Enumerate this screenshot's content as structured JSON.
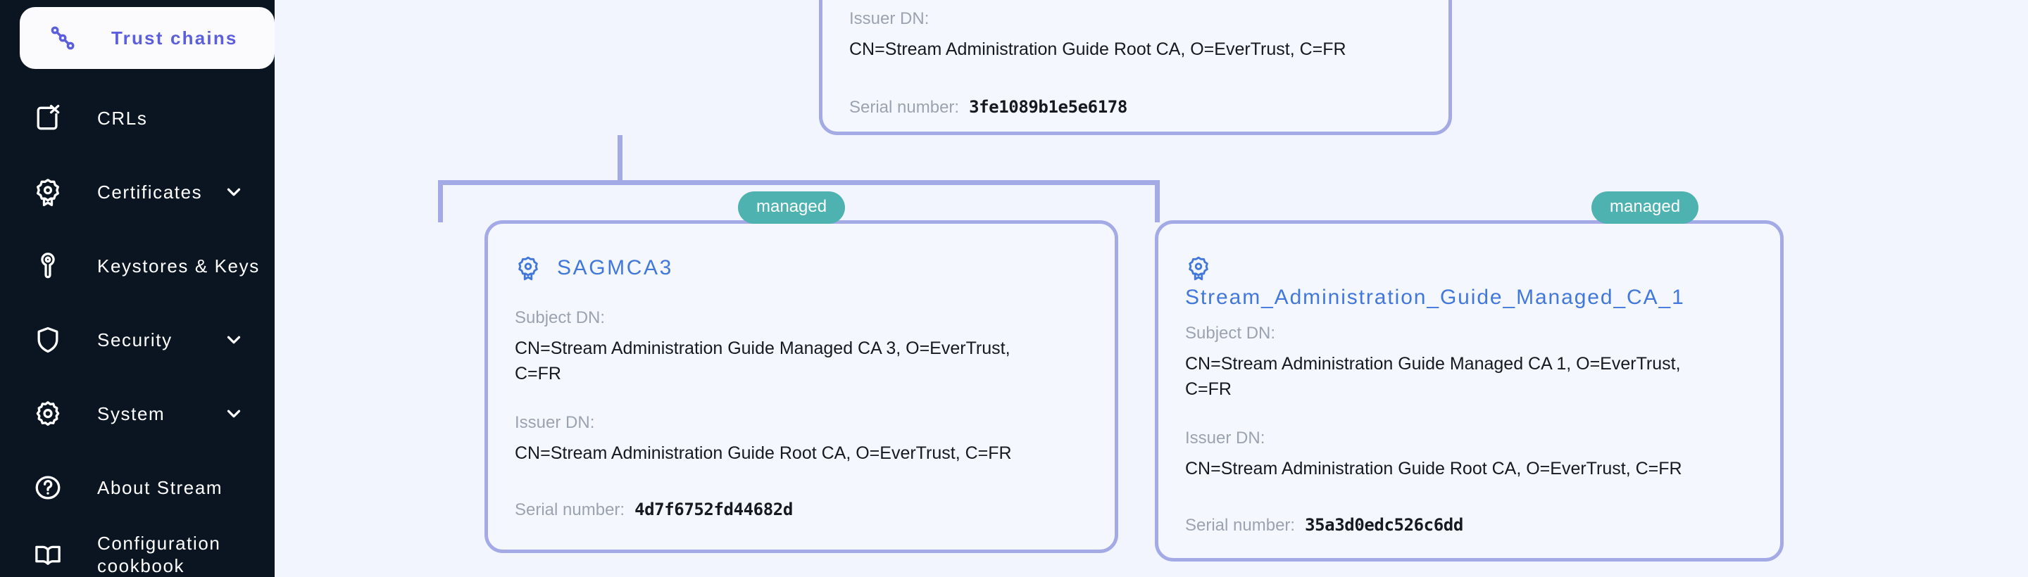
{
  "app": {
    "accent_purple": "#5c5fdc",
    "accent_blue": "#4278db",
    "badge_teal": "#4eb3b0",
    "connector": "#a3aae6",
    "sidebar_bg": "#0b1522",
    "canvas_bg": "#f2f5fd"
  },
  "sidebar": {
    "items": [
      {
        "label": "Trust chains",
        "icon": "trust-chain-icon",
        "active": true,
        "expandable": false
      },
      {
        "label": "CRLs",
        "icon": "crl-icon",
        "active": false,
        "expandable": false
      },
      {
        "label": "Certificates",
        "icon": "certificate-icon",
        "active": false,
        "expandable": true
      },
      {
        "label": "Keystores & Keys",
        "icon": "key-icon",
        "active": false,
        "expandable": false
      },
      {
        "label": "Security",
        "icon": "shield-icon",
        "active": false,
        "expandable": true
      },
      {
        "label": "System",
        "icon": "gear-icon",
        "active": false,
        "expandable": true
      },
      {
        "label": "About Stream",
        "icon": "question-icon",
        "active": false,
        "expandable": false
      },
      {
        "label": "Configuration\ncookbook",
        "icon": "book-icon",
        "active": false,
        "expandable": false
      }
    ]
  },
  "labels": {
    "subject_dn": "Subject DN:",
    "issuer_dn": "Issuer DN:",
    "serial_number": "Serial number:",
    "managed_badge": "managed"
  },
  "tree": {
    "root": {
      "issuer_dn": "CN=Stream Administration Guide Root CA, O=EverTrust, C=FR",
      "serial_number": "3fe1089b1e5e6178"
    },
    "children": [
      {
        "name": "SAGMCA3",
        "badge": "managed",
        "subject_dn": "CN=Stream Administration Guide Managed CA 3, O=EverTrust, C=FR",
        "issuer_dn": "CN=Stream Administration Guide Root CA, O=EverTrust, C=FR",
        "serial_number": "4d7f6752fd44682d"
      },
      {
        "name": "Stream_Administration_Guide_Managed_CA_1",
        "badge": "managed",
        "subject_dn": "CN=Stream Administration Guide Managed CA 1, O=EverTrust, C=FR",
        "issuer_dn": "CN=Stream Administration Guide Root CA, O=EverTrust, C=FR",
        "serial_number": "35a3d0edc526c6dd"
      }
    ]
  }
}
